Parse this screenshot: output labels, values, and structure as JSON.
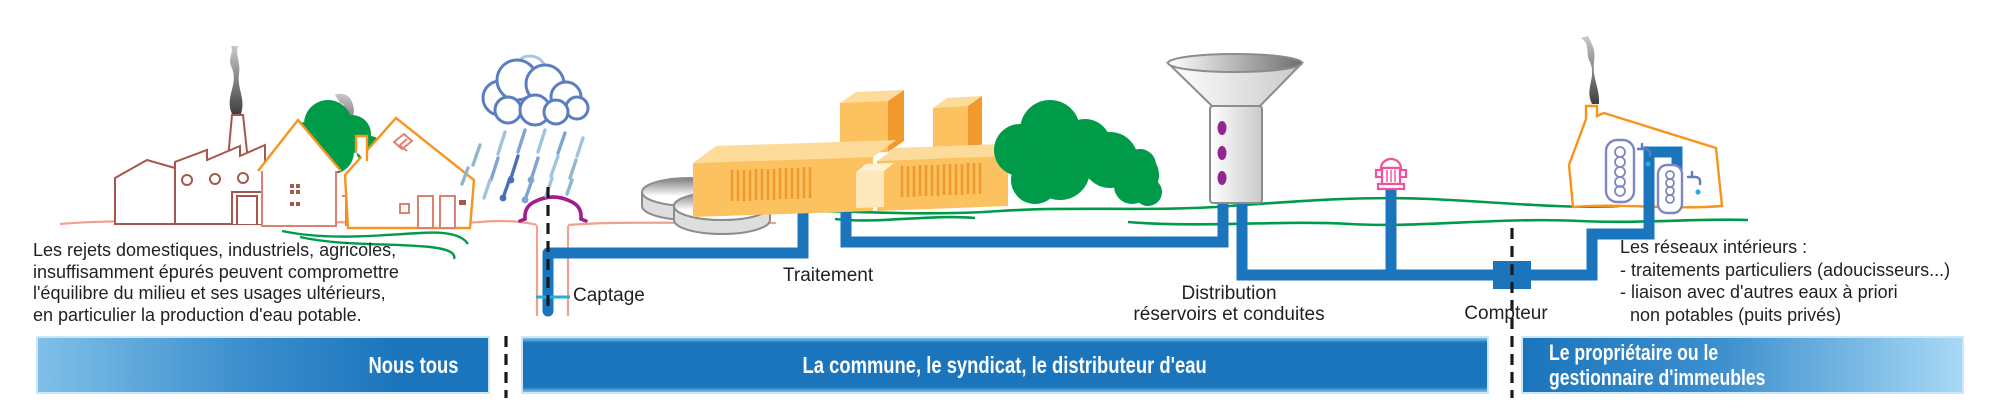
{
  "diagram": {
    "pollution_note": "Les rejets domestiques, industriels, agricoles,\ninsuffisamment épurés peuvent compromettre\nl'équilibre du milieu et ses usages ultérieurs,\nen particulier la production d'eau potable.",
    "interior_note": "Les réseaux intérieurs :\n- traitements particuliers (adoucisseurs...)\n- liaison avec d'autres eaux à priori\n  non potables (puits privés)",
    "labels": {
      "captage": "Captage",
      "traitement": "Traitement",
      "distribution": "Distribution\nréservoirs et conduites",
      "compteur": "Compteur"
    }
  },
  "responsibility_bars": [
    {
      "id": "nous-tous",
      "label": "Nous tous"
    },
    {
      "id": "commune",
      "label": "La commune, le syndicat, le distributeur d'eau"
    },
    {
      "id": "proprietaire",
      "label": "Le propriétaire ou le\ngestionnaire d'immeubles"
    }
  ],
  "icons": {
    "factory": "factory-with-smokestack-icon",
    "village_houses": "village-houses-icon",
    "rain_cloud": "rain-cloud-icon",
    "captage_well": "well-borehole-icon",
    "settling_tanks": "settling-tanks-icon",
    "treatment_plant": "treatment-plant-buildings-icon",
    "trees": "trees-icon",
    "water_tower": "water-tower-icon",
    "fire_hydrant": "fire-hydrant-icon",
    "water_meter": "water-meter-icon",
    "consumer_house": "house-with-interior-network-icon",
    "smoke": "smoke-icon"
  },
  "colors": {
    "bar_blue": "#1B75BC",
    "pipe_blue": "#1B75BC",
    "water_light_blue": "#29ABE2",
    "vegetation_green": "#009B48",
    "ground_salmon": "#F2A08E",
    "factory_outline": "#A8574E",
    "house_salmon": "#DD8273",
    "house_orange": "#F7941D",
    "building_yellow": "#FCC260",
    "building_yellow_dark": "#F2992D",
    "building_yellow_light": "#FDDB9A",
    "cloud_blue": "#5B7EC0",
    "well_cap_magenta": "#A21E8C",
    "tower_purple": "#93278F",
    "hydrant_pink": "#F0519C",
    "tank_periwinkle": "#8087C0",
    "grey_structure": "#8C8C8C",
    "text_dark": "#231F20",
    "dash_black": "#1A1A1A"
  }
}
